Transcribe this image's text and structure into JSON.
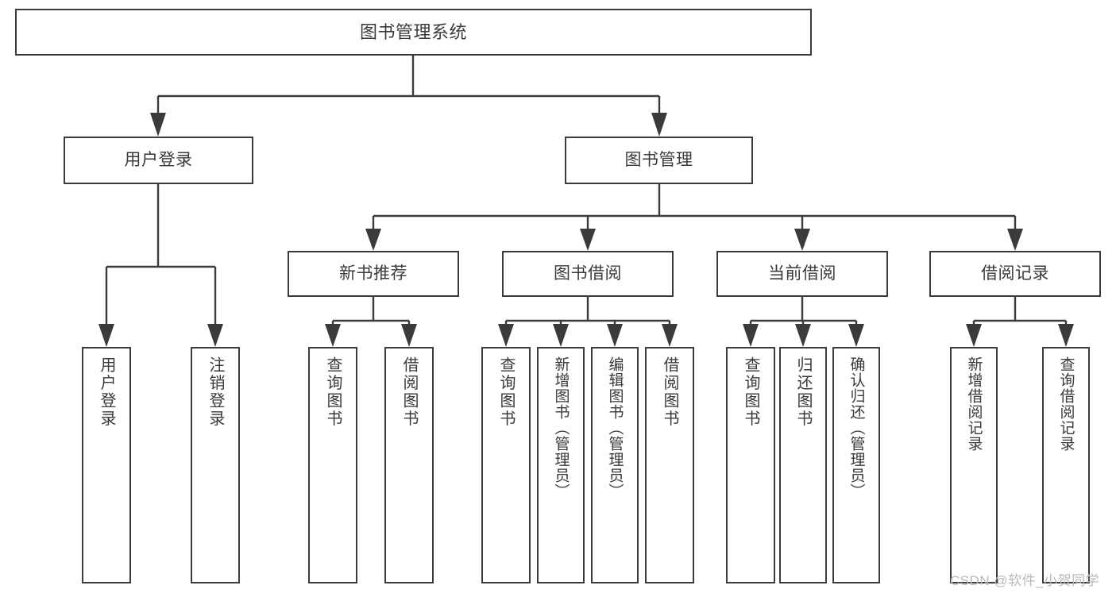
{
  "diagram": {
    "type": "tree-hierarchy",
    "title": "图书管理系统",
    "root": {
      "id": "root",
      "label": "图书管理系统"
    },
    "level1": [
      {
        "id": "user-login",
        "label": "用户登录"
      },
      {
        "id": "book-manage",
        "label": "图书管理"
      }
    ],
    "level2": [
      {
        "id": "new-book-recommend",
        "label": "新书推荐",
        "parent": "book-manage"
      },
      {
        "id": "book-borrow",
        "label": "图书借阅",
        "parent": "book-manage"
      },
      {
        "id": "current-borrow",
        "label": "当前借阅",
        "parent": "book-manage"
      },
      {
        "id": "borrow-record",
        "label": "借阅记录",
        "parent": "book-manage"
      }
    ],
    "leaves": {
      "user_login": [
        {
          "id": "leaf-user-login",
          "label": "用户登录"
        },
        {
          "id": "leaf-logout-login",
          "label": "注销登录"
        }
      ],
      "new_book_recommend": [
        {
          "id": "leaf-query-book-1",
          "label": "查询图书"
        },
        {
          "id": "leaf-borrow-book-1",
          "label": "借阅图书"
        }
      ],
      "book_borrow": [
        {
          "id": "leaf-query-book-2",
          "label": "查询图书"
        },
        {
          "id": "leaf-add-book",
          "label": "新增图书（管理员）"
        },
        {
          "id": "leaf-edit-book",
          "label": "编辑图书（管理员）"
        },
        {
          "id": "leaf-borrow-book-2",
          "label": "借阅图书"
        }
      ],
      "current_borrow": [
        {
          "id": "leaf-query-book-3",
          "label": "查询图书"
        },
        {
          "id": "leaf-return-book",
          "label": "归还图书"
        },
        {
          "id": "leaf-confirm-return",
          "label": "确认归还（管理员）"
        }
      ],
      "borrow_record": [
        {
          "id": "leaf-add-borrow-record",
          "label": "新增借阅记录"
        },
        {
          "id": "leaf-query-borrow-record",
          "label": "查询借阅记录"
        }
      ]
    }
  },
  "watermark": {
    "text": "CSDN @软件_小贺同学"
  },
  "colors": {
    "border": "#3b3b3b",
    "text": "#3a3a3a",
    "background": "#ffffff",
    "connector": "#3b3b3b",
    "watermark": "#b9b9b9"
  }
}
